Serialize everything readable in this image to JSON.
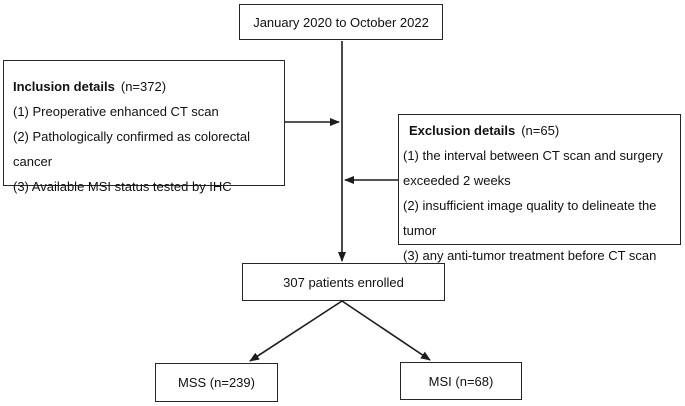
{
  "figure": {
    "type": "flowchart",
    "background_color": "#ffffff",
    "line_color": "#1c1c1c",
    "border_color": "#262626",
    "text_color": "#111111"
  },
  "nodes": {
    "period": {
      "label": "January 2020 to October 2022"
    },
    "inclusion": {
      "title": "Inclusion details",
      "count": "(n=372)",
      "items": [
        "(1) Preoperative enhanced CT scan",
        "(2) Pathologically confirmed as colorectal cancer",
        "(3) Available MSI status tested by IHC"
      ]
    },
    "exclusion": {
      "title": "Exclusion details",
      "count": "(n=65)",
      "items": [
        "(1) the interval between CT scan and surgery exceeded 2 weeks",
        "(2) insufficient image quality to delineate the tumor",
        "(3) any anti-tumor treatment before CT scan"
      ]
    },
    "enrolled": {
      "label": "307 patients enrolled"
    },
    "mss": {
      "label": "MSS (n=239)"
    },
    "msi": {
      "label": "MSI (n=68)"
    }
  },
  "edges": [
    {
      "from": "period",
      "to": "enrolled",
      "direction": "down"
    },
    {
      "from": "inclusion",
      "to": "main-line",
      "direction": "right"
    },
    {
      "from": "exclusion",
      "to": "main-line",
      "direction": "left"
    },
    {
      "from": "enrolled",
      "to": "mss",
      "direction": "down-left"
    },
    {
      "from": "enrolled",
      "to": "msi",
      "direction": "down-right"
    }
  ]
}
